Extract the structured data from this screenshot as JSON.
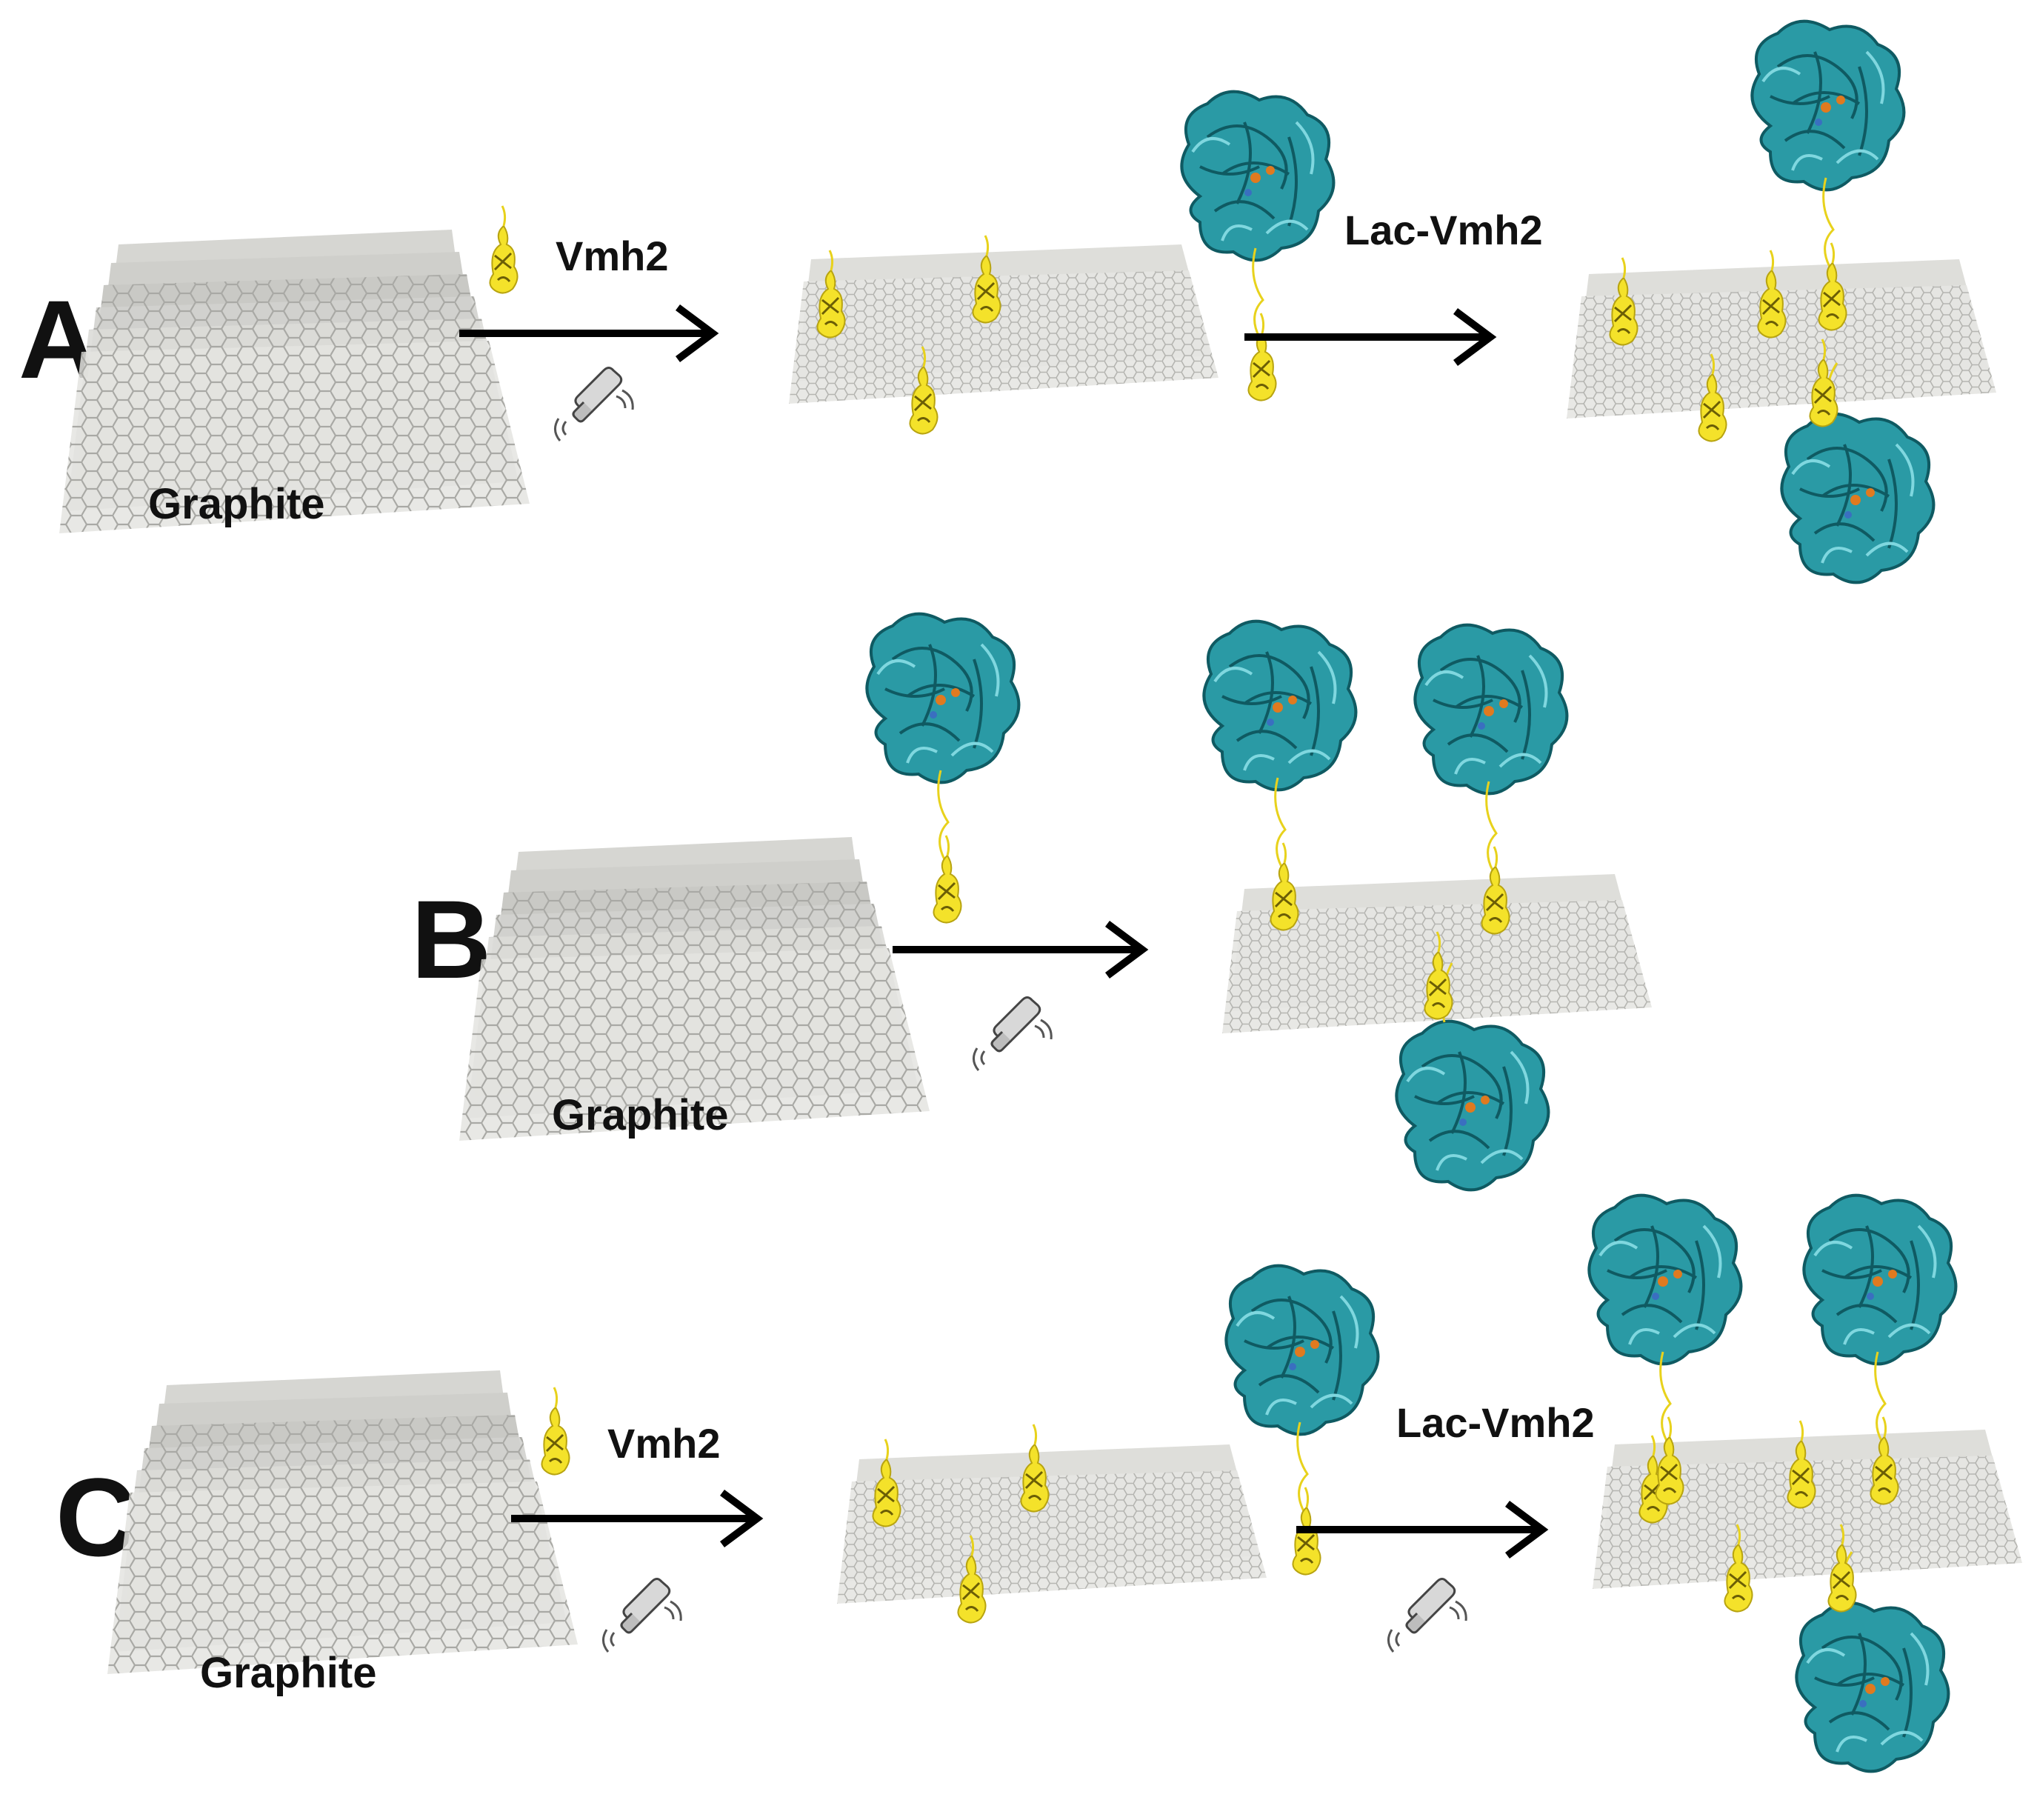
{
  "panels": [
    {
      "letter": "A",
      "substrate_label": "Graphite",
      "step1_label": "Vmh2",
      "step2_label": "Lac-Vmh2",
      "step1_sonication": true,
      "step2_sonication": false,
      "result": "Vmh2 layer with bound Lac-Vmh2 on graphite"
    },
    {
      "letter": "B",
      "substrate_label": "Graphite",
      "step1_sonication": true,
      "result": "Lac-Vmh2 bound on graphite"
    },
    {
      "letter": "C",
      "substrate_label": "Graphite",
      "step1_label": "Vmh2",
      "step2_label": "Lac-Vmh2",
      "step1_sonication": true,
      "step2_sonication": true,
      "result": "Vmh2 layer with bound Lac-Vmh2 on graphite"
    }
  ],
  "colors": {
    "graphite_fill": "#c9c9c5",
    "graphite_edge": "#a9a9a5",
    "vmh2": "#f4e22a",
    "laccase": "#2a9aa5",
    "laccase_dark": "#0f5a62",
    "arrow": "#000000"
  },
  "icons": {
    "sonication": "sonicator-probe-icon",
    "vmh2": "vmh2-protein-icon",
    "laccase": "laccase-protein-icon"
  }
}
